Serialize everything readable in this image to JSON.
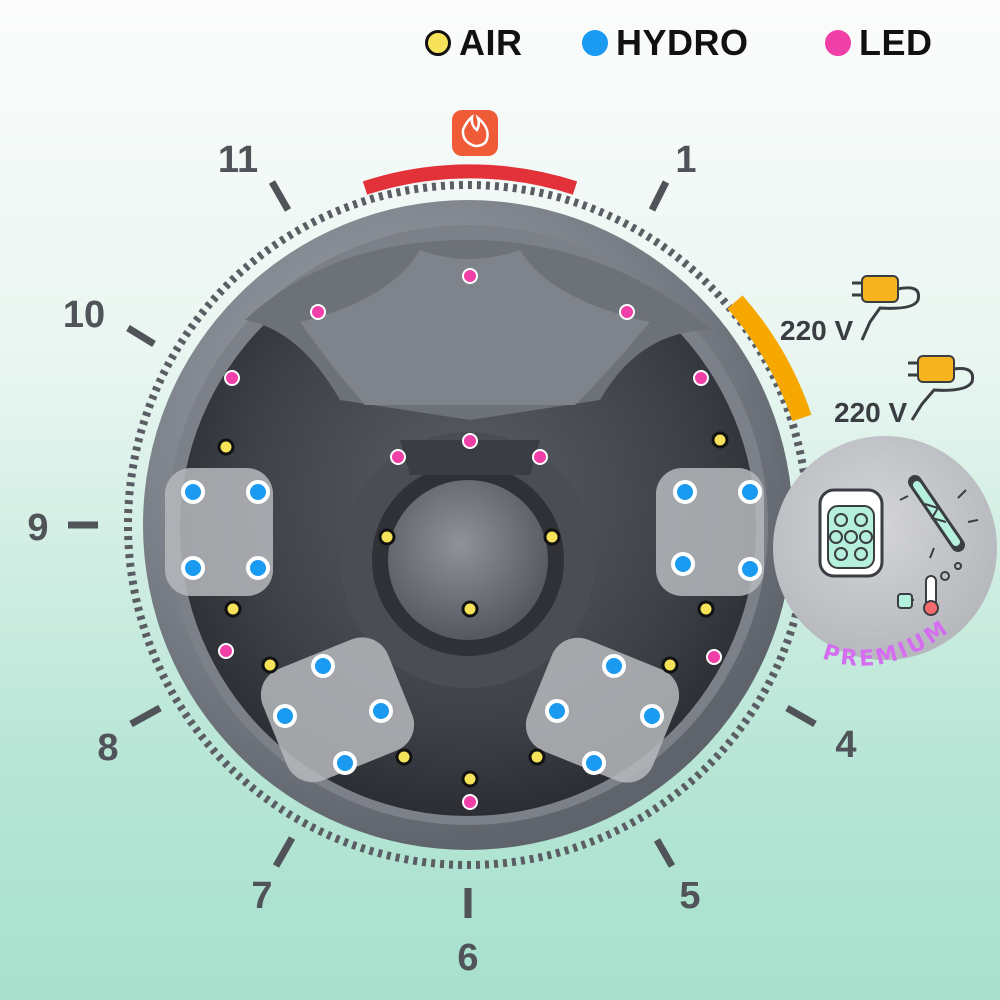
{
  "legend": [
    {
      "label": "AIR",
      "color": "#f6e35a"
    },
    {
      "label": "HYDRO",
      "color": "#1a9af0"
    },
    {
      "label": "LED",
      "color": "#f13fa8"
    }
  ],
  "clock_labels": [
    "11",
    "1",
    "10",
    "9",
    "8",
    "7",
    "6",
    "5",
    "4"
  ],
  "power": [
    {
      "voltage": "220 V"
    },
    {
      "voltage": "220 V"
    }
  ],
  "premium": {
    "label": "PREMIUM"
  },
  "markers": {
    "heater": "#e8362e",
    "power_band": "#f6a800"
  },
  "icons": [
    "fire-icon",
    "plug-icon",
    "filter-icon",
    "uv-lamp-icon",
    "ozone-thermometer-icon"
  ]
}
